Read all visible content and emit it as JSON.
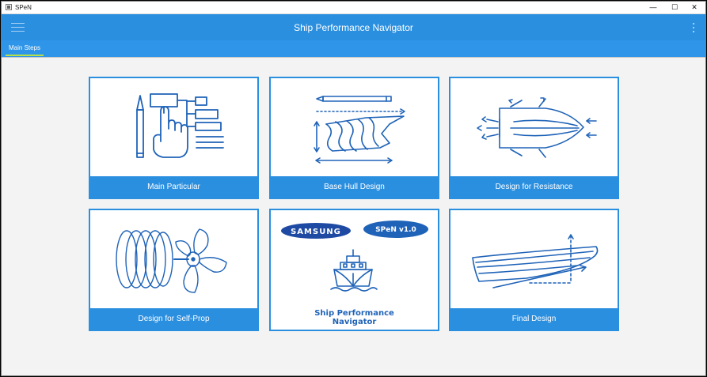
{
  "window": {
    "title": "SPeN",
    "minimize_glyph": "—",
    "maximize_glyph": "☐",
    "close_glyph": "✕"
  },
  "appbar": {
    "title": "Ship Performance Navigator",
    "menu_icon": "hamburger-menu-icon",
    "more_icon": "more-vertical-icon"
  },
  "tabs": [
    {
      "label": "Main Steps",
      "active": true
    }
  ],
  "cards": [
    {
      "label": "Main Particular",
      "icon": "pencil-hand-diagram-icon"
    },
    {
      "label": "Base Hull Design",
      "icon": "hull-lines-icon"
    },
    {
      "label": "Design for Resistance",
      "icon": "hull-flow-arrows-icon"
    },
    {
      "label": "Design for Self-Prop",
      "icon": "propeller-icon"
    },
    {
      "brand_top_left": "SAMSUNG",
      "brand_top_right": "SPeN v1.0",
      "line1": "Ship Performance",
      "line2": "Navigator",
      "icon": "ship-front-icon"
    },
    {
      "label": "Final Design",
      "icon": "ship-side-icon"
    }
  ],
  "colors": {
    "accent": "#2b8fe0",
    "tab_underline": "#b6e04a",
    "icon_stroke": "#1f63b8",
    "samsung_blue": "#1e4aa3"
  }
}
